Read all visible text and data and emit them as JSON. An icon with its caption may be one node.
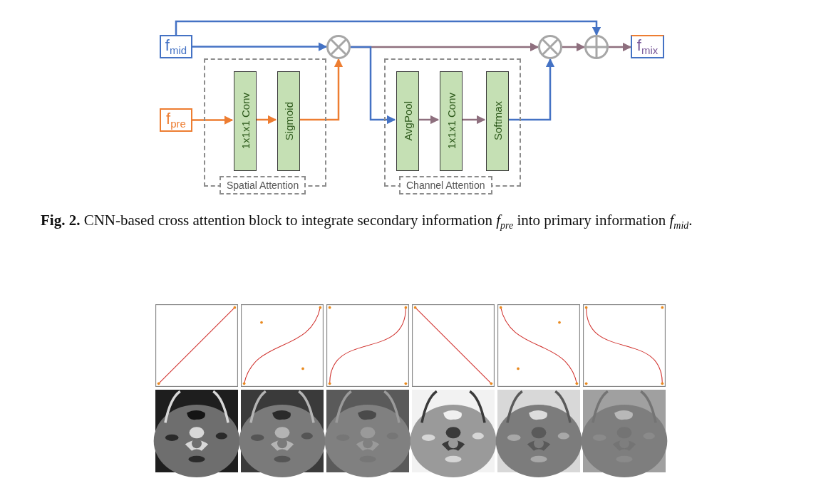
{
  "diagram": {
    "caption": "**Fig. 2.** CNN-based cross attention block to integrate secondary information *f*$_{pre}$ into primary information *f*$_{mid}$.",
    "nodes": [
      {
        "text": [
          "f$_{mid}$"
        ]
      },
      {
        "text": [
          "f$_{pre}$"
        ]
      },
      {
        "text": [],
        "shape": "circle"
      },
      {
        "text": [
          "Spatial Attention"
        ]
      },
      {
        "text": [
          "1x1x1 Conv"
        ],
        "in": 3
      },
      {
        "text": [
          "Sigmoid"
        ],
        "in": 3
      },
      {
        "text": [
          "Channel Attention"
        ]
      },
      {
        "text": [
          "AvgPool"
        ],
        "in": 6
      },
      {
        "text": [
          "1x1x1 Conv"
        ],
        "in": 6
      },
      {
        "text": [
          "Softmax"
        ],
        "in": 6
      },
      {
        "text": [],
        "shape": "circle"
      },
      {
        "text": [],
        "shape": "circle"
      },
      {
        "text": [
          "f$_{mix}$"
        ]
      }
    ],
    "edges": [
      {
        "from": 0,
        "to": 11,
        "arrow": "to",
        "color": "#4472c4"
      },
      {
        "from": 0,
        "to": 2,
        "arrow": "to",
        "color": "#4472c4"
      },
      {
        "from": 1,
        "to": 4,
        "arrow": "to",
        "color": "#ed7d31"
      },
      {
        "from": 4,
        "to": 5,
        "arrow": "to",
        "color": "#ed7d31"
      },
      {
        "from": 5,
        "to": 2,
        "arrow": "to",
        "color": "#ed7d31"
      },
      {
        "from": 2,
        "to": 10,
        "arrow": "to"
      },
      {
        "from": 2,
        "to": 7,
        "arrow": "to",
        "color": "#4472c4"
      },
      {
        "from": 7,
        "to": 8,
        "arrow": "to"
      },
      {
        "from": 8,
        "to": 9,
        "arrow": "to"
      },
      {
        "from": 9,
        "to": 10,
        "arrow": "to",
        "color": "#4472c4"
      },
      {
        "from": 10,
        "to": 11,
        "arrow": "to"
      },
      {
        "from": 11,
        "to": 12,
        "arrow": "to"
      }
    ]
  }
}
